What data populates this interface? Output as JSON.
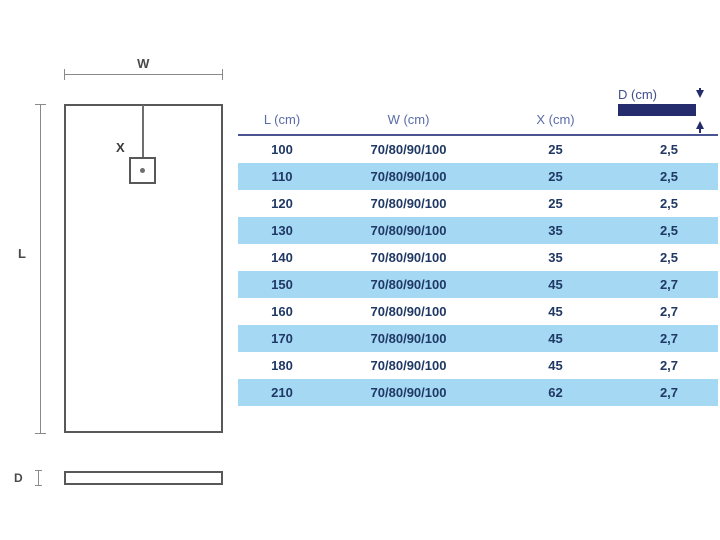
{
  "diagram": {
    "width_label": "W",
    "length_label": "L",
    "offset_label": "X",
    "depth_label": "D",
    "icons": {
      "width_dimension": "horizontal-dimension-line",
      "length_dimension": "vertical-dimension-line",
      "drain": "drain-square",
      "side_view": "tray-side-profile"
    }
  },
  "table": {
    "headers": {
      "l": "L (cm)",
      "w": "W (cm)",
      "x": "X (cm)",
      "d": "D (cm)"
    },
    "rows": [
      {
        "l": "100",
        "w": "70/80/90/100",
        "x": "25",
        "d": "2,5"
      },
      {
        "l": "110",
        "w": "70/80/90/100",
        "x": "25",
        "d": "2,5"
      },
      {
        "l": "120",
        "w": "70/80/90/100",
        "x": "25",
        "d": "2,5"
      },
      {
        "l": "130",
        "w": "70/80/90/100",
        "x": "35",
        "d": "2,5"
      },
      {
        "l": "140",
        "w": "70/80/90/100",
        "x": "35",
        "d": "2,5"
      },
      {
        "l": "150",
        "w": "70/80/90/100",
        "x": "45",
        "d": "2,7"
      },
      {
        "l": "160",
        "w": "70/80/90/100",
        "x": "45",
        "d": "2,7"
      },
      {
        "l": "170",
        "w": "70/80/90/100",
        "x": "45",
        "d": "2,7"
      },
      {
        "l": "180",
        "w": "70/80/90/100",
        "x": "45",
        "d": "2,7"
      },
      {
        "l": "210",
        "w": "70/80/90/100",
        "x": "62",
        "d": "2,7"
      }
    ]
  },
  "colors": {
    "header_text": "#5b6ba8",
    "data_text": "#1f3864",
    "row_highlight": "#a5d8f3",
    "accent_navy": "#252c6e",
    "separator": "#4a5490",
    "drawing_stroke": "#585858"
  }
}
